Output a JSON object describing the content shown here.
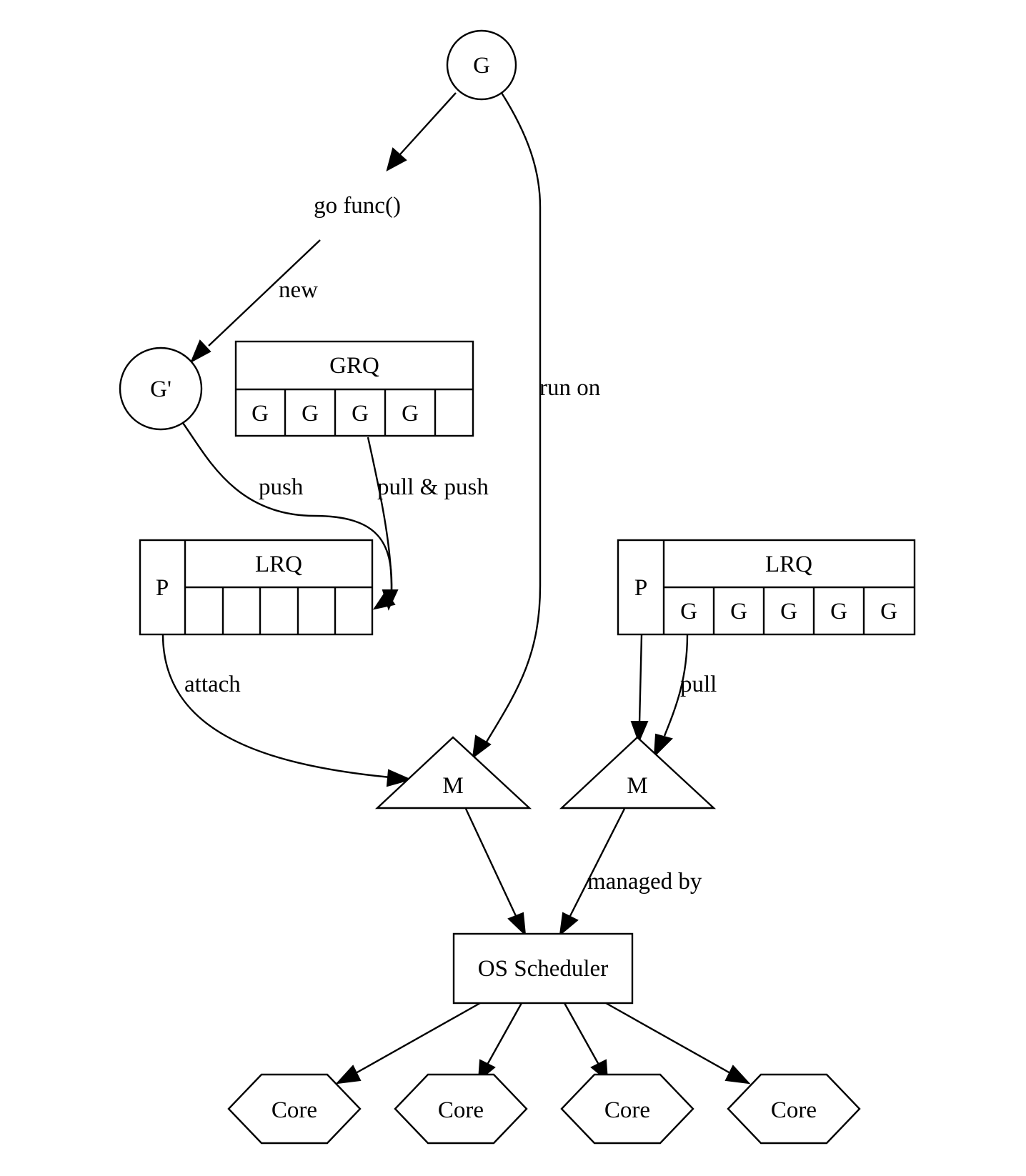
{
  "nodes": {
    "g_top": "G",
    "go_func": "go func()",
    "g_prime": "G'",
    "grq": {
      "title": "GRQ",
      "cells": [
        "G",
        "G",
        "G",
        "G",
        ""
      ]
    },
    "p_left": {
      "p": "P",
      "title": "LRQ",
      "cells": [
        "",
        "",
        "",
        "",
        ""
      ]
    },
    "p_right": {
      "p": "P",
      "title": "LRQ",
      "cells": [
        "G",
        "G",
        "G",
        "G",
        "G"
      ]
    },
    "m_left": "M",
    "m_right": "M",
    "os_scheduler": "OS Scheduler",
    "cores": [
      "Core",
      "Core",
      "Core",
      "Core"
    ]
  },
  "edges": {
    "new": "new",
    "run_on": "run on",
    "push": "push",
    "pull_push": "pull & push",
    "attach": "attach",
    "pull": "pull",
    "managed_by": "managed by"
  }
}
